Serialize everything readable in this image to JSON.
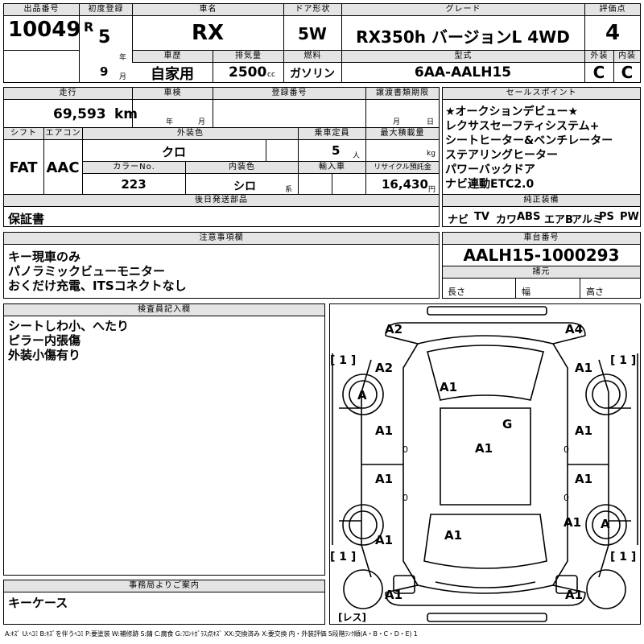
{
  "lot": {
    "label": "出品番号",
    "value": "10049"
  },
  "first_reg": {
    "label": "初度登録",
    "era": "R",
    "year": "5",
    "year_unit": "年",
    "month": "9",
    "month_unit": "月"
  },
  "car_name": {
    "label": "車名",
    "value": "RX"
  },
  "door": {
    "label": "ドア形状",
    "value": "5W"
  },
  "grade": {
    "label": "グレード",
    "value": "RX350h バージョンL 4WD"
  },
  "score": {
    "label": "評価点",
    "value": "4",
    "ext_label": "外装",
    "int_label": "内装",
    "ext": "C",
    "int": "C"
  },
  "history": {
    "label": "車歴",
    "value": "自家用"
  },
  "displacement": {
    "label": "排気量",
    "value": "2500",
    "unit": "cc"
  },
  "fuel": {
    "label": "燃料",
    "value": "ガソリン"
  },
  "model": {
    "label": "型式",
    "value": "6AA-AALH15"
  },
  "mileage": {
    "label": "走行",
    "value": "69,593",
    "unit": "km"
  },
  "inspection": {
    "label": "車検",
    "year_unit": "年",
    "month_unit": "月"
  },
  "regno": {
    "label": "登録番号"
  },
  "transfer": {
    "label": "譲渡書類期限",
    "month_unit": "月",
    "day_unit": "日"
  },
  "sales": {
    "label": "セールスポイント",
    "items": [
      "★オークションデビュー★",
      "レクサスセーフティシステム+",
      "シートヒーター&ベンチレーター",
      "ステアリングヒーター",
      "パワーバックドア",
      "ナビ連動ETC2.0"
    ]
  },
  "shift": {
    "label": "シフト",
    "value": "FAT"
  },
  "ac": {
    "label": "エアコン",
    "value": "AAC"
  },
  "ext_color": {
    "label": "外装色",
    "value": "クロ"
  },
  "capacity": {
    "label": "乗車定員",
    "value": "5",
    "unit": "人"
  },
  "load": {
    "label": "最大積載量",
    "unit": "kg"
  },
  "color_no": {
    "label": "カラーNo.",
    "value": "223"
  },
  "int_color": {
    "label": "内装色",
    "value": "シロ",
    "unit": "系"
  },
  "import": {
    "label": "輸入車"
  },
  "recycle": {
    "label": "リサイクル預託金",
    "value": "16,430",
    "unit": "円"
  },
  "later": {
    "label": "後日発送部品",
    "value": "保証書"
  },
  "equip": {
    "label": "純正装備",
    "items": [
      "ナビ",
      "TV",
      "カワ",
      "ABS",
      "エアB",
      "アルミ",
      "PS",
      "PW"
    ]
  },
  "notes": {
    "label": "注意事項欄",
    "items": [
      "キー現車のみ",
      "パノラミックビューモニター",
      "おくだけ充電、ITSコネクトなし"
    ]
  },
  "chassis": {
    "label": "車台番号",
    "value": "AALH15-1000293",
    "spec_label": "諸元",
    "length": "長さ",
    "width": "幅",
    "height": "高さ"
  },
  "inspector": {
    "label": "検査員記入欄",
    "items": [
      "シートしわ小、へたり",
      "ピラー内張傷",
      "外装小傷有り"
    ]
  },
  "office": {
    "label": "事務局よりご案内",
    "value": "キーケース"
  },
  "diagram": {
    "marks": [
      "A2",
      "A4",
      "A2",
      "A1",
      "A1",
      "A",
      "A",
      "A1",
      "A1",
      "G",
      "A1",
      "A1",
      "A1",
      "A1",
      "A1",
      "A1",
      "A",
      "A1",
      "A1"
    ],
    "zeros": [
      "0",
      "0",
      "0",
      "0"
    ],
    "brackets": [
      "[ 1 ]",
      "[ 1 ]",
      "[ 1 ]",
      "[ 1 ]"
    ],
    "resu": "[レス]"
  },
  "legend": "A:ｷｽﾞ U:ﾍｺﾐ B:ｷｽﾞを伴うﾍｺﾐ P:要塗装 W:補修跡 S:錆 C:腐食 G:ﾌﾛﾝﾄｶﾞﾗｽ点ｷｽﾞ XX:交換済み X:要交換 内・外装評価 5段階ﾗﾝｸ順(A・B・C・D・E) 1"
}
